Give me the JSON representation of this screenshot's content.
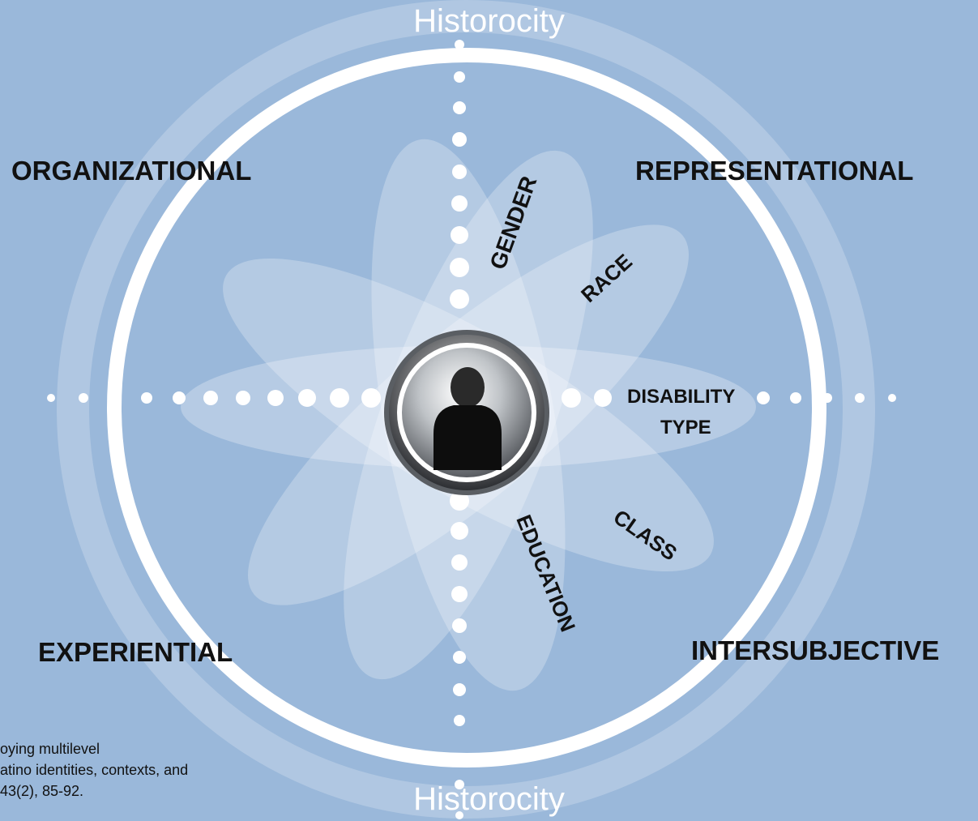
{
  "diagram": {
    "top_label": "Historocity",
    "bottom_label": "Historocity",
    "quadrants": {
      "top_left": "ORGANIZATIONAL",
      "top_right": "REPRESENTATIONAL",
      "bottom_left": "EXPERIENTIAL",
      "bottom_right": "INTERSUBJECTIVE"
    },
    "petals": {
      "gender": "GENDER",
      "race": "RACE",
      "disability_line1": "DISABILITY",
      "disability_line2": "TYPE",
      "class": "CLASS",
      "education": "EDUCATION"
    },
    "center_icon": "person-silhouette-icon"
  },
  "citation": {
    "line1": "oying multilevel",
    "line2": "atino identities, contexts, and",
    "line3": "43(2), 85-92."
  },
  "colors": {
    "background": "#9ab8da",
    "ring": "#ffffff",
    "text": "#111111"
  }
}
